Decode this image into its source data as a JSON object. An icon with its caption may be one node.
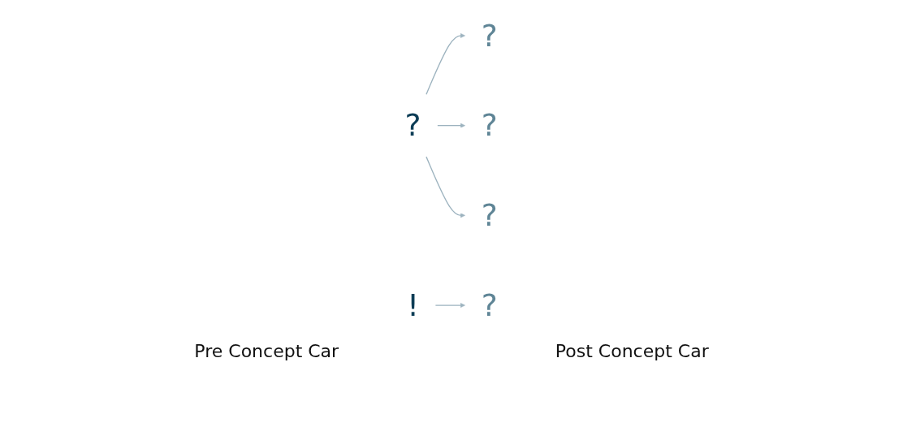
{
  "diagram": {
    "nodes": [
      {
        "text": [
          "?"
        ]
      },
      {
        "text": [
          "?"
        ]
      },
      {
        "text": [
          "?"
        ]
      },
      {
        "text": [
          "?"
        ]
      },
      {
        "text": [
          "!"
        ]
      },
      {
        "text": [
          "?"
        ]
      }
    ],
    "edges": [
      {
        "from": 2,
        "to": 0,
        "arrow": "to"
      },
      {
        "from": 2,
        "to": 1,
        "arrow": "to"
      },
      {
        "from": 2,
        "to": 3,
        "arrow": "to"
      },
      {
        "from": 4,
        "to": 5,
        "arrow": "to"
      }
    ],
    "labels": [
      "Pre Concept Car",
      "Post Concept Car"
    ]
  }
}
